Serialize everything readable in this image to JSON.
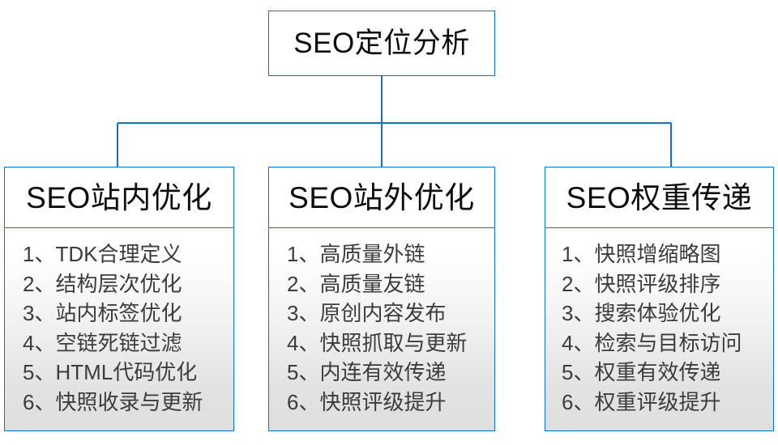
{
  "diagram": {
    "type": "hierarchy-tree",
    "accent_color": "#1072c4",
    "text_color": "#0d0d0d",
    "item_text_color": "#3c3c3c",
    "root": {
      "label": "SEO定位分析"
    },
    "columns": [
      {
        "id": "seo-onsite",
        "header": "SEO站内优化",
        "items": [
          "1、TDK合理定义",
          "2、结构层次优化",
          "3、站内标签优化",
          "4、空链死链过滤",
          "5、HTML代码优化",
          "6、快照收录与更新"
        ]
      },
      {
        "id": "seo-offsite",
        "header": "SEO站外优化",
        "items": [
          "1、高质量外链",
          "2、高质量友链",
          "3、原创内容发布",
          "4、快照抓取与更新",
          "5、内连有效传递",
          "6、快照评级提升"
        ]
      },
      {
        "id": "seo-weight",
        "header": "SEO权重传递",
        "items": [
          "1、快照增缩略图",
          "2、快照评级排序",
          "3、搜索体验优化",
          "4、检索与目标访问",
          "5、权重有效传递",
          "6、权重评级提升"
        ]
      }
    ]
  }
}
